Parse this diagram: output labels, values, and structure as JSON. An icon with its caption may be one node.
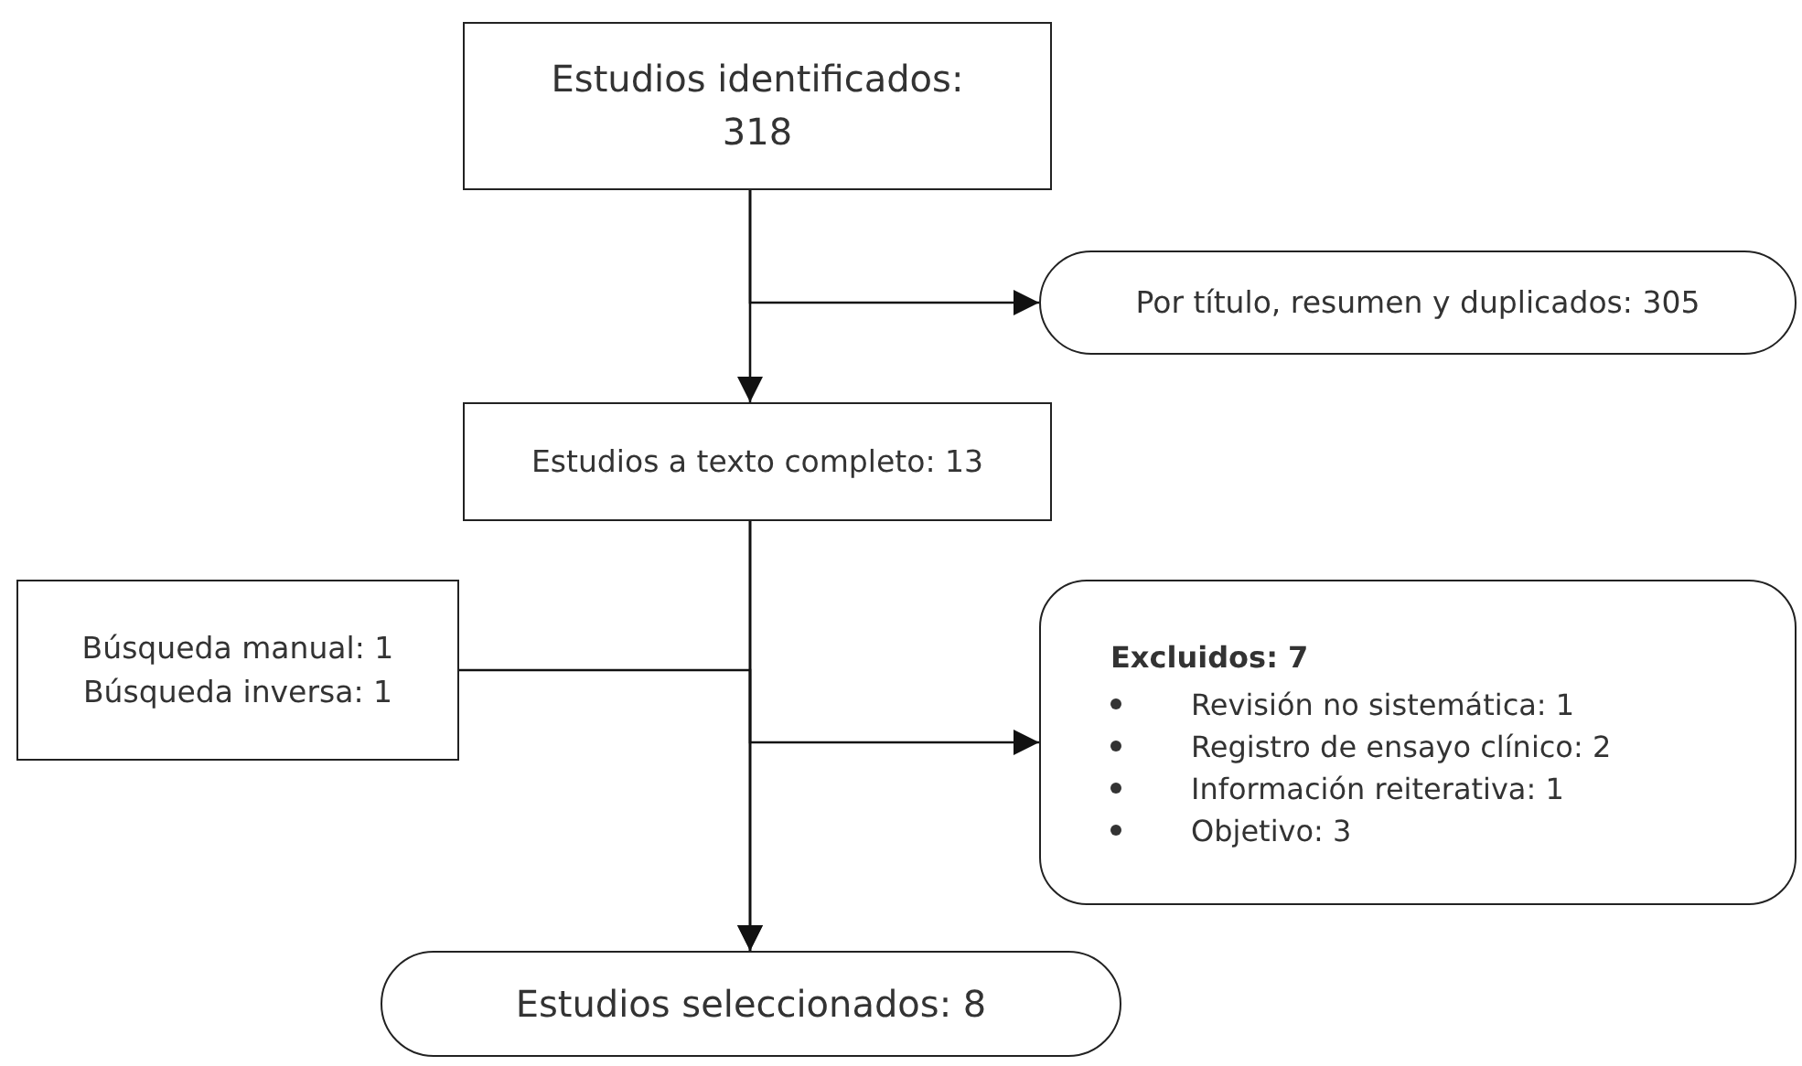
{
  "diagram": {
    "nodes": [
      {
        "text": [
          "Estudios identificados: 318"
        ]
      },
      {
        "text": [
          "Por título, resumen y duplicados: 305"
        ]
      },
      {
        "text": [
          "Estudios a texto completo: 13"
        ]
      },
      {
        "text": [
          "Búsqueda manual: 1",
          "Búsqueda inversa: 1"
        ]
      },
      {
        "text": [
          "Excluidos: 7",
          "Revisión no sistemática: 1",
          "Registro de ensayo clínico: 2",
          "Información reiterativa: 1",
          "Objetivo: 3"
        ]
      },
      {
        "text": [
          "Estudios seleccionados: 8"
        ]
      }
    ],
    "edges": [
      {
        "from": 0,
        "to": 2,
        "arrow": "to"
      },
      {
        "from": 0,
        "to": 1,
        "arrow": "to"
      },
      {
        "from": 2,
        "to": 4,
        "arrow": "to"
      },
      {
        "from": 2,
        "to": 5,
        "arrow": "to"
      },
      {
        "from": 3,
        "to": 5,
        "arrow": "to"
      }
    ]
  }
}
